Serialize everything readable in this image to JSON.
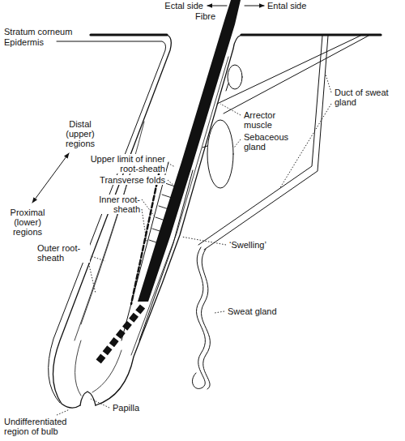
{
  "diagram": {
    "labels": [
      "Ectal side",
      "Ental side",
      "Fibre",
      "Stratum corneum",
      "Epidermis",
      "Arrector muscle",
      "Sebaceous gland",
      "Duct of sweat gland",
      "Distal (upper) regions",
      "Upper limit of inner root-sheath",
      "Transverse folds",
      "Inner root-sheath",
      "Proximal (lower) regions",
      "‘Swelling’",
      "Outer root-sheath",
      "Sweat gland",
      "Papilla",
      "Undifferentiated region of bulb"
    ]
  }
}
